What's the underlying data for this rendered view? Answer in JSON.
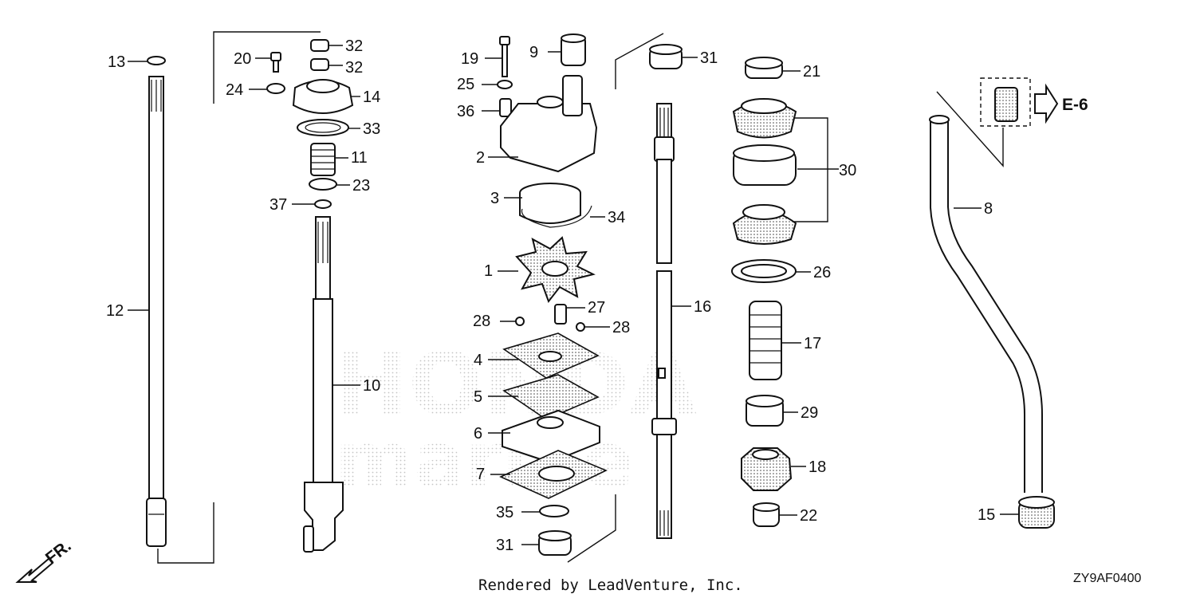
{
  "parts": [
    {
      "num": "13"
    },
    {
      "num": "12"
    },
    {
      "num": "20"
    },
    {
      "num": "24"
    },
    {
      "num": "32"
    },
    {
      "num": "32"
    },
    {
      "num": "14"
    },
    {
      "num": "33"
    },
    {
      "num": "11"
    },
    {
      "num": "23"
    },
    {
      "num": "37"
    },
    {
      "num": "10"
    },
    {
      "num": "19"
    },
    {
      "num": "9"
    },
    {
      "num": "25"
    },
    {
      "num": "36"
    },
    {
      "num": "2"
    },
    {
      "num": "3"
    },
    {
      "num": "34"
    },
    {
      "num": "1"
    },
    {
      "num": "27"
    },
    {
      "num": "28"
    },
    {
      "num": "28"
    },
    {
      "num": "4"
    },
    {
      "num": "5"
    },
    {
      "num": "6"
    },
    {
      "num": "7"
    },
    {
      "num": "35"
    },
    {
      "num": "31"
    },
    {
      "num": "31"
    },
    {
      "num": "16"
    },
    {
      "num": "21"
    },
    {
      "num": "30"
    },
    {
      "num": "26"
    },
    {
      "num": "17"
    },
    {
      "num": "29"
    },
    {
      "num": "18"
    },
    {
      "num": "22"
    },
    {
      "num": "8"
    },
    {
      "num": "15"
    }
  ],
  "reference": {
    "label": "E-6"
  },
  "direction": {
    "label": "FR."
  },
  "footer": {
    "credit": "Rendered by LeadVenture, Inc.",
    "diagram_code": "ZY9AF0400"
  },
  "watermark": {
    "line1": "HONDA",
    "line2": "marine"
  }
}
